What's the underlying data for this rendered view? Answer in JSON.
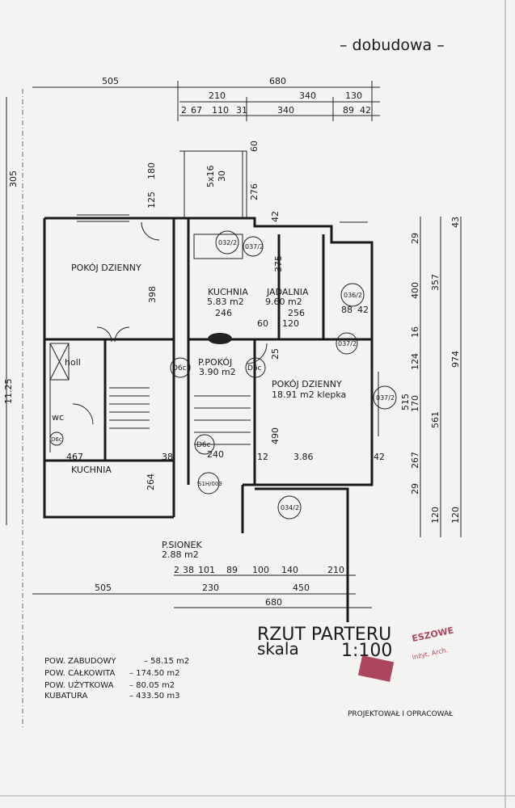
{
  "header": {
    "subtitle": "– dobudowa –"
  },
  "dimensions": {
    "top_row1": [
      "505",
      "680"
    ],
    "top_row2": [
      "210",
      "340",
      "130"
    ],
    "top_row3": [
      "2",
      "67",
      "110",
      "31",
      "340",
      "89",
      "42"
    ],
    "left": [
      "305",
      "11.25"
    ],
    "right_inner": [
      "29",
      "400",
      "16",
      "124",
      "170",
      "267",
      "29"
    ],
    "right_mid": [
      "357",
      "561",
      "120"
    ],
    "right_outer": [
      "43",
      "974",
      "120"
    ],
    "interior": [
      "180",
      "125",
      "30",
      "276",
      "42",
      "375",
      "246",
      "256",
      "120",
      "60",
      "25",
      "490",
      "3.86",
      "12",
      "42",
      "515",
      "398",
      "467",
      "264",
      "240",
      "38",
      "88",
      "42",
      "5x16",
      "60"
    ],
    "bottom_row1": [
      "2",
      "38",
      "101",
      "89",
      "100",
      "140",
      "210"
    ],
    "bottom_row2": [
      "505",
      "230",
      "450"
    ],
    "bottom_row3": [
      "680"
    ]
  },
  "rooms": [
    {
      "name": "POKÓJ DZIENNY",
      "area": ""
    },
    {
      "name": "holl",
      "area": ""
    },
    {
      "name": "wc",
      "area": ""
    },
    {
      "name": "KUCHNIA",
      "area": ""
    },
    {
      "name": "KUCHNIA",
      "area": "5.83 m2"
    },
    {
      "name": "JADALNIA",
      "area": "9.60 m2"
    },
    {
      "name": "P.POKÓJ",
      "area": "3.90 m2"
    },
    {
      "name": "POKÓJ DZIENNY",
      "area": "18.91 m2 klepka"
    },
    {
      "name": "P.SIONEK",
      "area": "2.88 m2"
    }
  ],
  "door_tags": [
    "032/2",
    "037/2",
    "036/2",
    "037/2",
    "037/2",
    "034/2",
    "D6c",
    "D6c",
    "D6c",
    "D6c",
    "S1H/003"
  ],
  "title": {
    "main": "RZUT PARTERU",
    "scale_label": "skala",
    "scale": "1:100"
  },
  "stats": [
    {
      "label": "POW. ZABUDOWY",
      "value": "– 58.15 m2"
    },
    {
      "label": "POW. CAŁKOWITA",
      "value": "– 174.50 m2"
    },
    {
      "label": "POW. UŻYTKOWA",
      "value": "– 80.05 m2"
    },
    {
      "label": "KUBATURA",
      "value": "– 433.50 m3"
    }
  ],
  "stamp": {
    "line1": "ESZOWE",
    "line2": "inżyt. Arch."
  },
  "footer": {
    "signature_label": "PROJEKTOWAŁ I OPRACOWAŁ"
  },
  "colors": {
    "ink": "#1a1a1a",
    "paper": "#f3f3f1",
    "stamp": "#9b1b3a"
  }
}
